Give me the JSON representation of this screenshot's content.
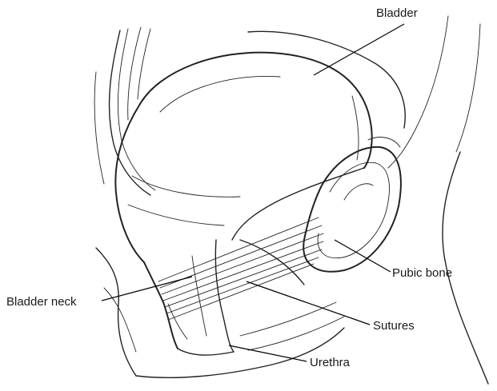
{
  "labels": {
    "bladder": "Bladder",
    "pubic_bone": "Pubic bone",
    "bladder_neck": "Bladder neck",
    "sutures": "Sutures",
    "urethra": "Urethra"
  },
  "colors": {
    "ink": "#222222",
    "background": "#ffffff"
  }
}
